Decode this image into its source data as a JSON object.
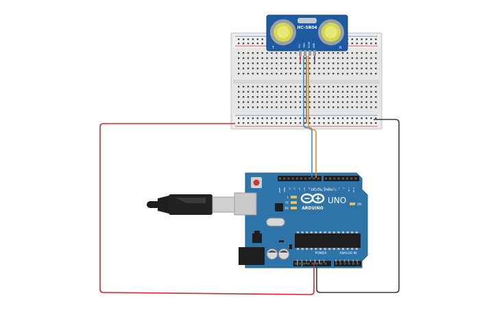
{
  "sensor": {
    "model": "HC-SR04",
    "pins": [
      "VCC",
      "TRIG",
      "ECHO",
      "GND"
    ],
    "left_mark": "T",
    "right_mark": "R"
  },
  "arduino": {
    "logo_text": "ARDUINO",
    "model": "UNO",
    "digital_label": "DIGITAL (PWM~)",
    "power_label": "POWER",
    "analog_label": "ANALOG IN",
    "on_label": "ON",
    "led_l": "L",
    "led_tx": "TX",
    "led_rx": "RX",
    "digital_pins": [
      "AREF",
      "GND",
      "13",
      "12",
      "~11",
      "~10",
      "~9",
      "8",
      "7",
      "~6",
      "~5",
      "4",
      "~3",
      "2",
      "TX 1",
      "RX 0"
    ],
    "power_pins": [
      "IOREF",
      "RESET",
      "3.3V",
      "5V",
      "GND",
      "GND",
      "Vin"
    ],
    "analog_pins": [
      "A0",
      "A1",
      "A2",
      "A3",
      "A4",
      "A5"
    ]
  },
  "colors": {
    "board": "#2f74a8",
    "sensor": "#1d5aa0",
    "breadboard": "#e4e4e4",
    "wire_red": "#d8262a",
    "wire_black": "#3a3a3a",
    "wire_blue": "#2a8fd1",
    "wire_orange": "#e48b1c",
    "wire_brown": "#9a5b2b"
  }
}
